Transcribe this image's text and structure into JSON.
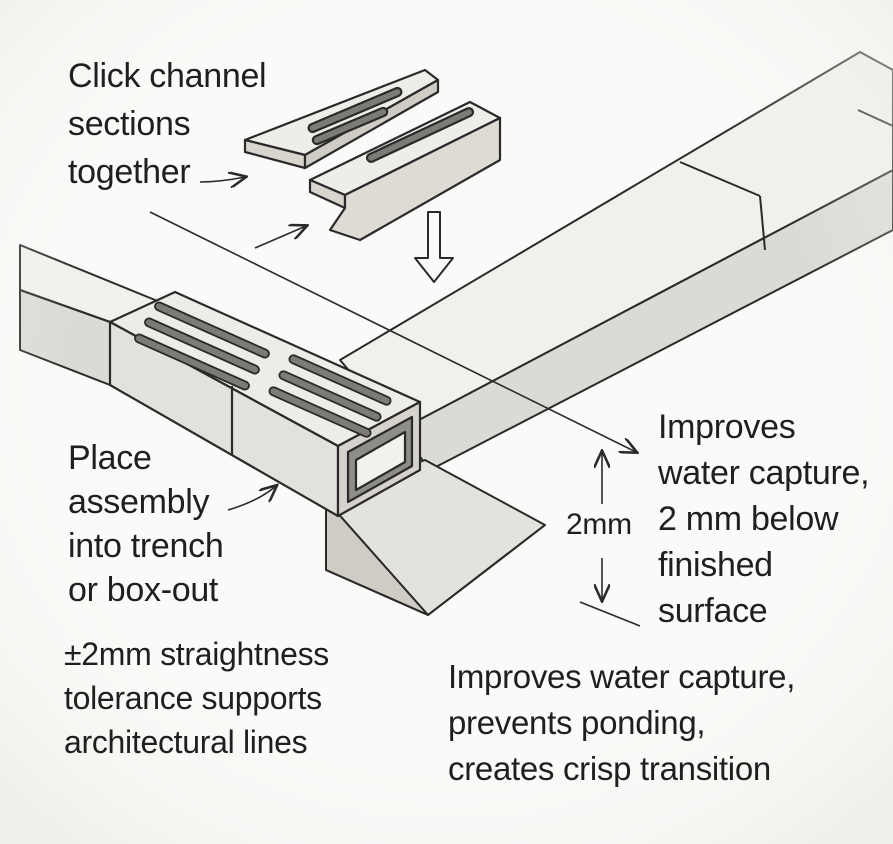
{
  "labels": {
    "click_channels": [
      "Click channel",
      "sections",
      "together"
    ],
    "place_assembly": [
      "Place",
      "assembly",
      "into trench",
      "or box-out"
    ],
    "tolerance": [
      "±2mm straightness",
      "tolerance supports",
      "architectural lines"
    ],
    "improves_capture": [
      "Improves",
      "water capture,",
      "2 mm below",
      "finished",
      "surface"
    ],
    "benefits": [
      "Improves water capture,",
      "prevents ponding,",
      "creates crisp transition"
    ],
    "gap_dimension": "2mm"
  },
  "colors": {
    "ink": "#2a2a2a",
    "paper": "#fbfaf8",
    "paving_light": "#f1f0ec",
    "paving_shade": "#dcdad4",
    "channel_dark": "#8f8d88"
  }
}
